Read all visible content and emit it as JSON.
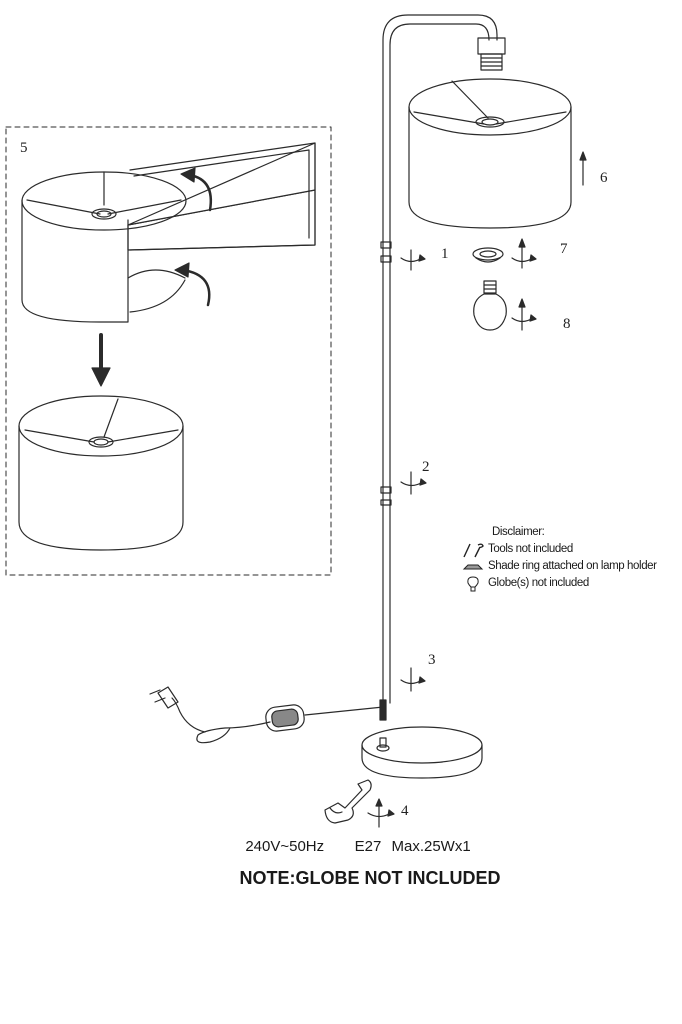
{
  "steps": [
    "1",
    "2",
    "3",
    "4",
    "5",
    "6",
    "7",
    "8"
  ],
  "disclaimer": {
    "title": "Disclaimer:",
    "items": [
      {
        "icon": "tools-icon",
        "text": "Tools not included"
      },
      {
        "icon": "shade-ring-icon",
        "text": "Shade ring attached on lamp holder"
      },
      {
        "icon": "bulb-icon",
        "text": "Globe(s) not included"
      }
    ]
  },
  "specs": "240V~50Hz   E27 Max.25Wx1",
  "note": "NOTE:GLOBE NOT INCLUDED"
}
